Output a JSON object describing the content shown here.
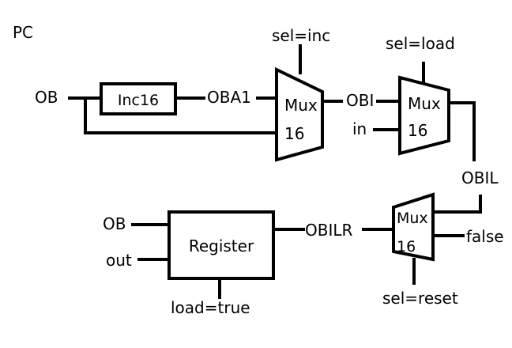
{
  "title": "PC",
  "inc16": {
    "label": "Inc16"
  },
  "register": {
    "label": "Register"
  },
  "mux1": {
    "label_top": "Mux",
    "label_bottom": "16"
  },
  "mux2": {
    "label_top": "Mux",
    "label_bottom": "16"
  },
  "mux3": {
    "label_top": "Mux",
    "label_bottom": "16"
  },
  "signals": {
    "ob_in": "OB",
    "oba1": "OBA1",
    "sel_inc": "sel=inc",
    "obi": "OBI",
    "in": "in",
    "sel_load": "sel=load",
    "obil": "OBIL",
    "false": "false",
    "sel_reset": "sel=reset",
    "obilr": "OBILR",
    "ob_reg": "OB",
    "out": "out",
    "load_true": "load=true"
  }
}
